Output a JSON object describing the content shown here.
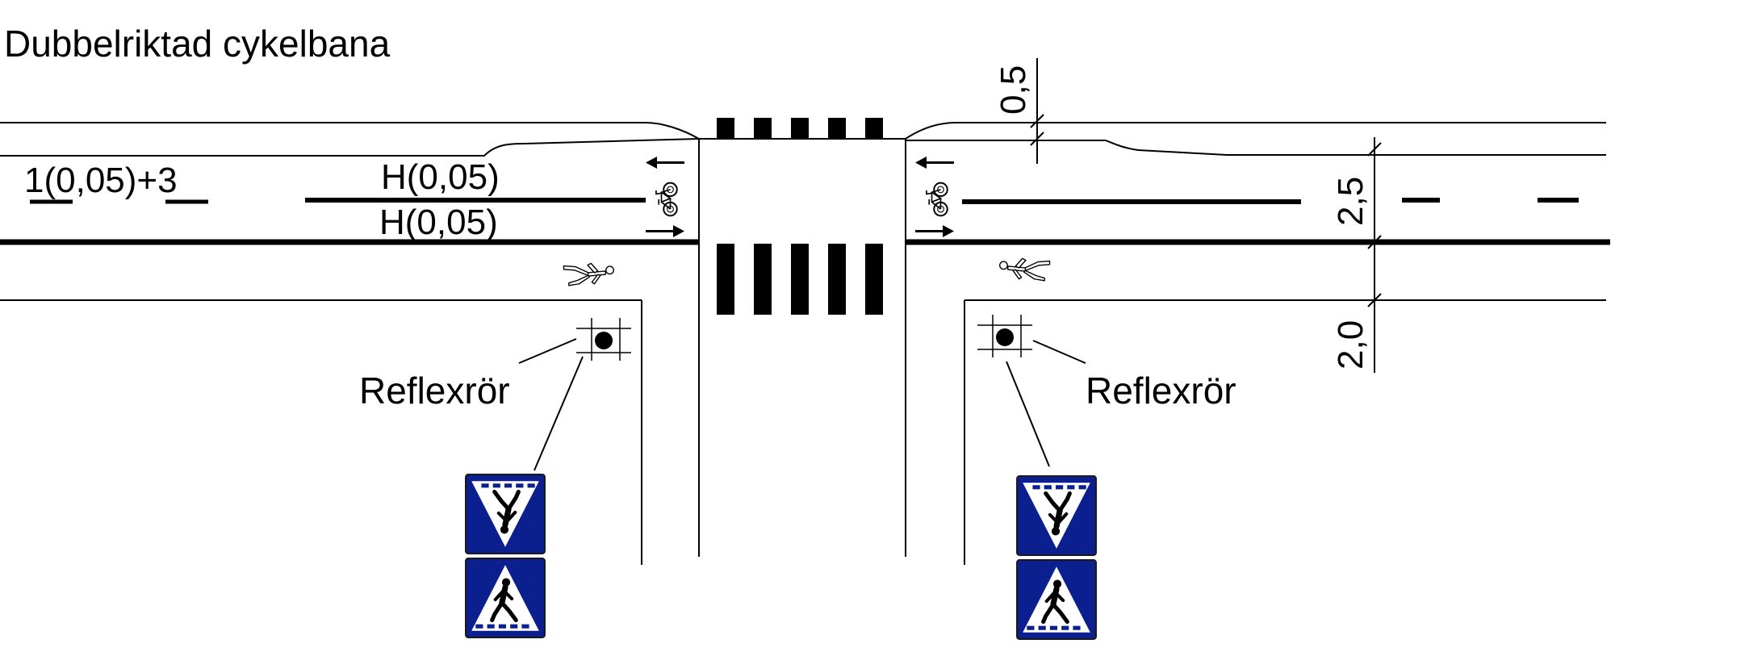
{
  "title": "Dubbelriktad cykelbana",
  "markings": {
    "left_line": "1(0,05)+3",
    "centre_line_top": "H(0,05)",
    "centre_line_bottom": "H(0,05)"
  },
  "dimensions": {
    "top": "0,5",
    "middle": "2,5",
    "bottom": "2,0"
  },
  "callouts": {
    "left": "Reflexrör",
    "right": "Reflexrör"
  },
  "colors": {
    "line": "#000000",
    "sign_blue": "#0b1f8f",
    "sign_white": "#ffffff"
  },
  "icons": [
    "bicycle-symbol-icon",
    "pedestrian-symbol-icon",
    "pedestrian-crossing-sign-icon",
    "reflector-post-icon",
    "direction-arrow-icon"
  ]
}
